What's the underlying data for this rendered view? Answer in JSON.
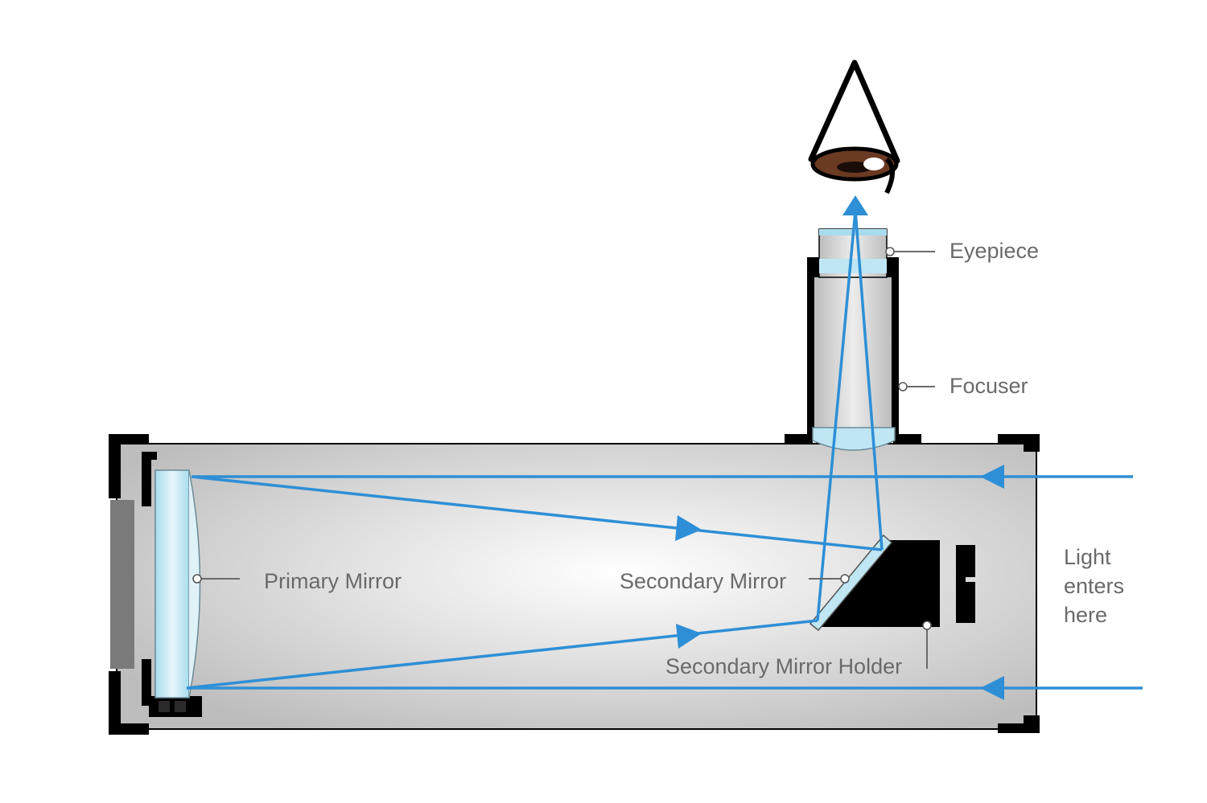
{
  "labels": {
    "eyepiece": "Eyepiece",
    "focuser": "Focuser",
    "primary_mirror": "Primary Mirror",
    "secondary_mirror": "Secondary Mirror",
    "secondary_mirror_holder": "Secondary Mirror Holder",
    "light_line1": "Light",
    "light_line2": "enters",
    "light_line3": "here"
  },
  "colors": {
    "light_ray": "#2e8fd6",
    "tube_fill": "#d9d9d9",
    "mirror_glass": "#bfe6f2",
    "outline": "#000000",
    "label_text": "#6a6a6a",
    "eye_iris": "#6b3a22"
  }
}
